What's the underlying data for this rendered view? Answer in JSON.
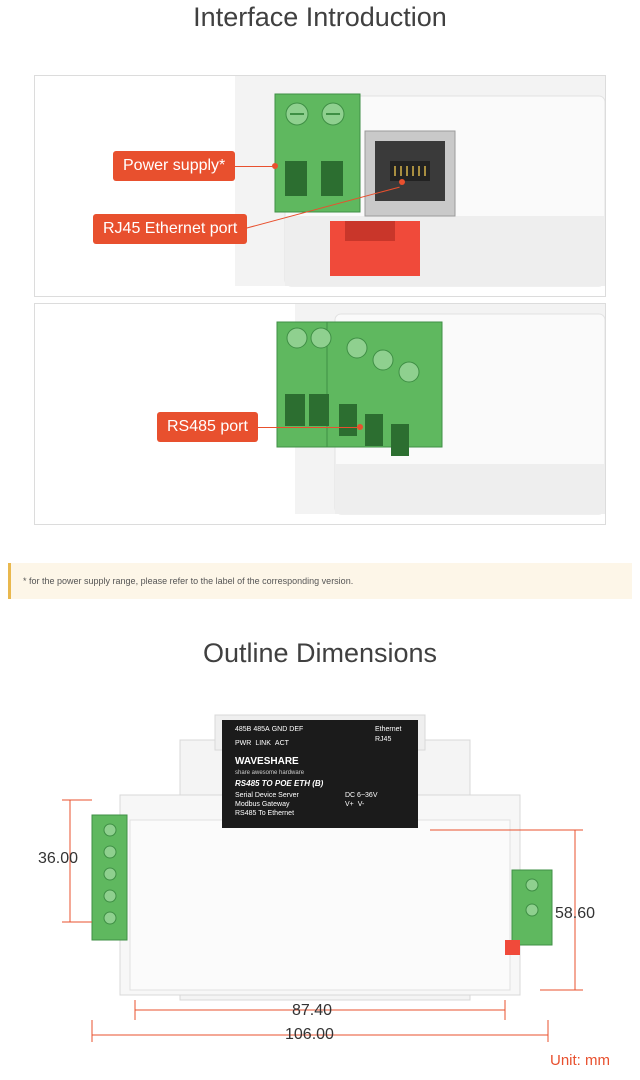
{
  "sections": {
    "interface_title": "Interface Introduction",
    "outline_title": "Outline Dimensions"
  },
  "callouts": {
    "power": "Power supply*",
    "rj45": "RJ45 Ethernet port",
    "rs485": "RS485 port"
  },
  "note": "* for the power supply range, please refer to the label of the corresponding version.",
  "device_label": {
    "brand": "WAVESHARE",
    "tagline": "share awesome hardware",
    "model": "RS485 TO POE ETH (B)",
    "line1": "Serial Device Server",
    "line2": "Modbus Gateway",
    "line3": "RS485 To Ethernet",
    "leds": [
      "PWR",
      "LINK",
      "ACT"
    ],
    "pins_left": [
      "485B",
      "485A",
      "GND",
      "DEF"
    ],
    "power_range": "DC 6~36V",
    "v_pins": [
      "V+",
      "V-"
    ],
    "ethernet": "Ethernet",
    "rj45": "RJ45"
  },
  "dimensions": {
    "height_terminal": "36.00",
    "height_body": "58.60",
    "width_inner": "87.40",
    "width_total": "106.00",
    "unit": "Unit: mm"
  },
  "colors": {
    "accent": "#e8502e",
    "terminal": "#5fb85f",
    "dark_terminal": "#3f8f45",
    "label_bg": "#1b1b1b"
  }
}
